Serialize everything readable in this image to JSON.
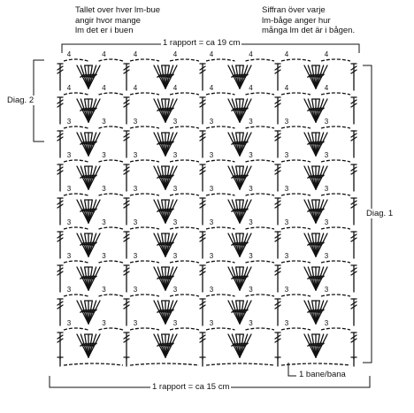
{
  "notes": {
    "left": "Tallet over hver lm-bue\nangir hvor mange\nlm det er i buen",
    "right": "Siffran över varje\nlm-båge anger hur\nmånga lm det är i bågen."
  },
  "labels": {
    "rapport_top": "1 rapport = ca 19 cm",
    "rapport_bottom": "1 rapport = ca 15 cm",
    "diag1": "Diag. 1",
    "diag2": "Diag. 2",
    "bane": "1 bane/bana"
  },
  "chain_counts": {
    "upper": "4",
    "lower": "3"
  },
  "colors": {
    "ink": "#111111",
    "background": "#ffffff"
  }
}
